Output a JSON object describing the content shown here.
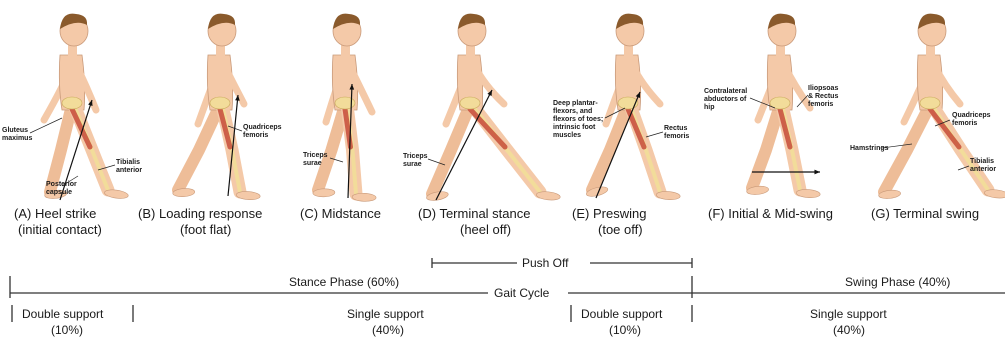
{
  "phases": [
    {
      "letter": "(A)",
      "name": "Heel strike",
      "sub": "(initial contact)"
    },
    {
      "letter": "(B)",
      "name": "Loading response",
      "sub": "(foot flat)"
    },
    {
      "letter": "(C)",
      "name": "Midstance",
      "sub": ""
    },
    {
      "letter": "(D)",
      "name": "Terminal stance",
      "sub": "(heel off)"
    },
    {
      "letter": "(E)",
      "name": "Preswing",
      "sub": "(toe off)"
    },
    {
      "letter": "(F)",
      "name": "Initial & Mid-swing",
      "sub": ""
    },
    {
      "letter": "(G)",
      "name": "Terminal swing",
      "sub": ""
    }
  ],
  "annotations": {
    "gluteus": [
      "Gluteus",
      "maximus"
    ],
    "tibialis_a": [
      "Tibialis",
      "anterior"
    ],
    "posterior_capsule": [
      "Posterior",
      "capsule"
    ],
    "quadriceps_b": [
      "Quadriceps",
      "femoris"
    ],
    "triceps_c": [
      "Triceps",
      "surae"
    ],
    "triceps_d": [
      "Triceps",
      "surae"
    ],
    "deep_plantar": [
      "Deep plantar-",
      "flexors, and",
      "flexors of toes;",
      "intrinsic foot",
      "muscles"
    ],
    "rectus_e": [
      "Rectus",
      "femoris"
    ],
    "contralateral": [
      "Contralateral",
      "abductors of",
      "hip"
    ],
    "iliopsoas": [
      "Iliopsoas",
      "& Rectus",
      "femoris"
    ],
    "quadriceps_g": [
      "Quadriceps",
      "femoris"
    ],
    "hamstrings": [
      "Hamstrings"
    ],
    "tibialis_g": [
      "Tibialis",
      "anterior"
    ]
  },
  "timeline": {
    "push_off": "Push Off",
    "stance_phase": "Stance Phase (60%)",
    "swing_phase": "Swing Phase (40%)",
    "gait_cycle": "Gait Cycle",
    "supports": [
      {
        "label": "Double support",
        "pct": "(10%)"
      },
      {
        "label": "Single support",
        "pct": "(40%)"
      },
      {
        "label": "Double support",
        "pct": "(10%)"
      },
      {
        "label": "Single support",
        "pct": "(40%)"
      }
    ]
  },
  "colors": {
    "skin": "#f4c9a8",
    "hair": "#8a5a2c",
    "bone": "#f2dc9a",
    "muscle": "#c0392b",
    "line": "#333333"
  }
}
